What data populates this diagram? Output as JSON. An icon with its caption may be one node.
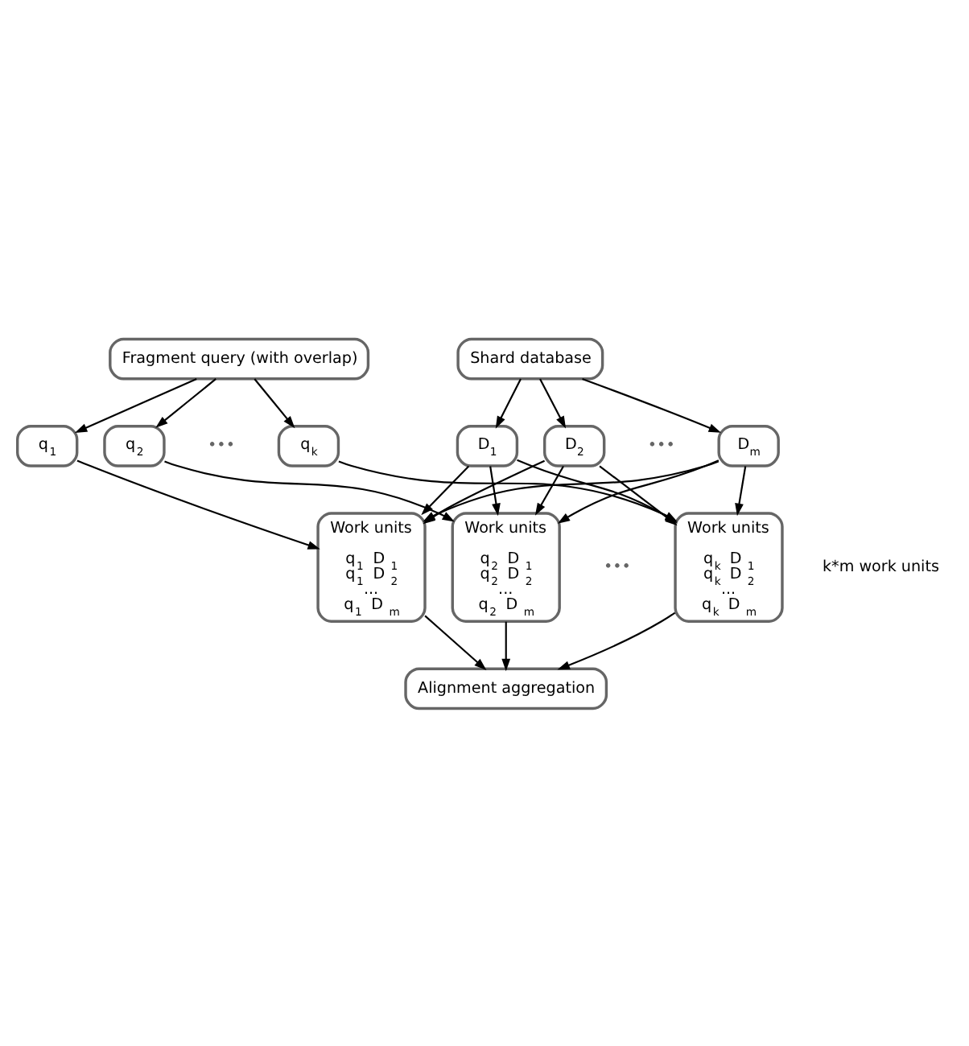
{
  "diagram": {
    "nodes": [
      {
        "text": [
          "Fragment query (with overlap)"
        ]
      },
      {
        "text": [
          "Shard database"
        ]
      },
      {
        "text": [
          "q$_{1}$"
        ]
      },
      {
        "text": [
          "q$_{2}$"
        ]
      },
      {
        "text": [
          "q$_{k}$"
        ]
      },
      {
        "text": [
          "D$_{1}$"
        ]
      },
      {
        "text": [
          "D$_{2}$"
        ]
      },
      {
        "text": [
          "D$_{m}$"
        ]
      },
      {
        "text": [
          "Work units",
          "q$_{1}$ D$_{1}$",
          "q$_{1}$ D$_{2}$",
          "...",
          "q$_{1}$ D$_{m}$"
        ]
      },
      {
        "text": [
          "Work units",
          "q$_{2}$ D$_{1}$",
          "q$_{2}$ D$_{2}$",
          "...",
          "q$_{2}$ D$_{m}$"
        ]
      },
      {
        "text": [
          "Work units",
          "q$_{k}$ D$_{1}$",
          "q$_{k}$ D$_{2}$",
          "...",
          "q$_{k}$ D$_{m}$"
        ]
      },
      {
        "text": [
          "Alignment aggregation"
        ]
      }
    ],
    "edges": [
      {
        "from": 0,
        "to": 2,
        "arrow": "to"
      },
      {
        "from": 0,
        "to": 3,
        "arrow": "to"
      },
      {
        "from": 0,
        "to": 4,
        "arrow": "to"
      },
      {
        "from": 1,
        "to": 5,
        "arrow": "to"
      },
      {
        "from": 1,
        "to": 6,
        "arrow": "to"
      },
      {
        "from": 1,
        "to": 7,
        "arrow": "to"
      },
      {
        "from": 2,
        "to": 8,
        "arrow": "to"
      },
      {
        "from": 3,
        "to": 9,
        "arrow": "to"
      },
      {
        "from": 4,
        "to": 10,
        "arrow": "to"
      },
      {
        "from": 5,
        "to": 8,
        "arrow": "to"
      },
      {
        "from": 5,
        "to": 9,
        "arrow": "to"
      },
      {
        "from": 5,
        "to": 10,
        "arrow": "to"
      },
      {
        "from": 6,
        "to": 8,
        "arrow": "to"
      },
      {
        "from": 6,
        "to": 9,
        "arrow": "to"
      },
      {
        "from": 6,
        "to": 10,
        "arrow": "to"
      },
      {
        "from": 7,
        "to": 8,
        "arrow": "to"
      },
      {
        "from": 7,
        "to": 9,
        "arrow": "to"
      },
      {
        "from": 7,
        "to": 10,
        "arrow": "to"
      },
      {
        "from": 8,
        "to": 11,
        "arrow": "to"
      },
      {
        "from": 9,
        "to": 11,
        "arrow": "to"
      },
      {
        "from": 10,
        "to": 11,
        "arrow": "to"
      }
    ],
    "labels": [
      "•••",
      "•••",
      "•••",
      "k*m work units"
    ]
  }
}
